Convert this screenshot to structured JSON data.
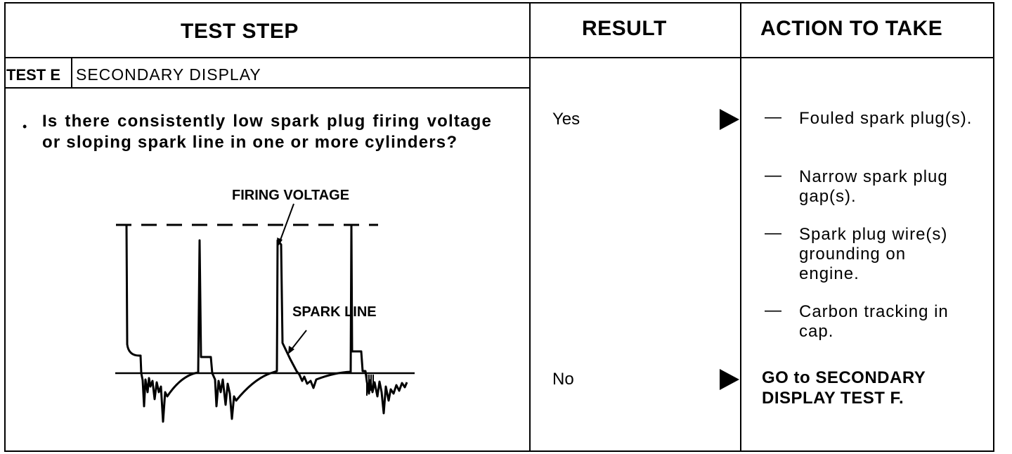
{
  "headers": {
    "test_step": "TEST STEP",
    "result": "RESULT",
    "action": "ACTION TO TAKE"
  },
  "test": {
    "id": "TEST E",
    "title": "SECONDARY DISPLAY",
    "bullet": "•",
    "question": "Is there consistently low spark plug firing voltage or sloping spark line in one or more cylinders?"
  },
  "diagram": {
    "firing_voltage_label": "FIRING VOLTAGE",
    "spark_line_label": "SPARK LINE"
  },
  "results": {
    "yes": "Yes",
    "no": "No"
  },
  "actions": {
    "dash": "—",
    "yes_items": [
      "Fouled spark plug(s).",
      "Narrow spark plug gap(s).",
      "Spark plug wire(s) grounding on engine.",
      "Carbon tracking in cap."
    ],
    "no_action": "GO to SECONDARY DISPLAY TEST F."
  }
}
